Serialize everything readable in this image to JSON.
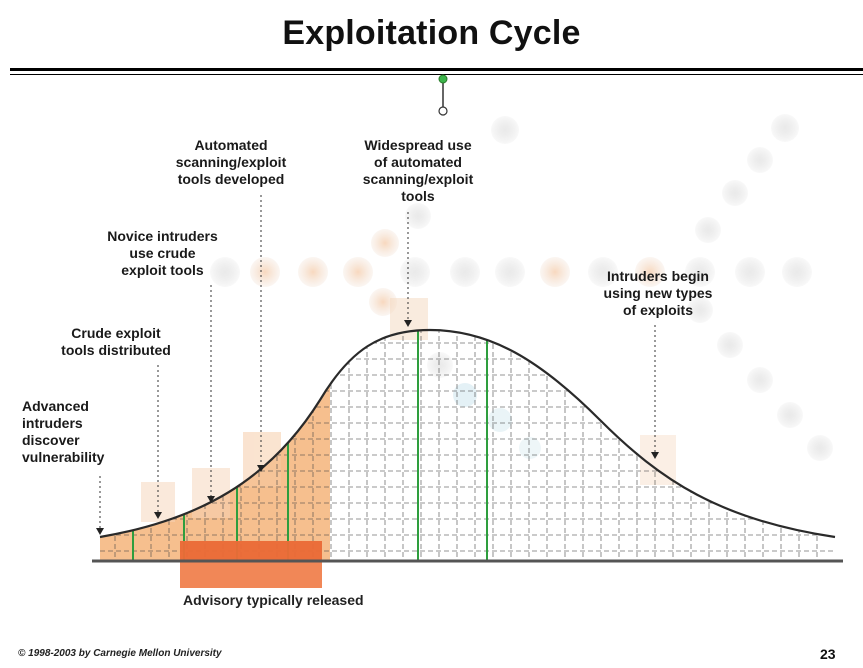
{
  "slide": {
    "title": "Exploitation Cycle",
    "footer": "© 1998-2003 by Carnegie Mellon University",
    "page_number": "23"
  },
  "labels": {
    "advanced": "Advanced\nintruders\ndiscover\nvulnerability",
    "crude": "Crude exploit\ntools distributed",
    "novice": "Novice intruders\nuse crude\nexploit tools",
    "automated": "Automated\nscanning/exploit\ntools developed",
    "widespread": "Widespread use\nof automated\nscanning/exploit\ntools",
    "new_types": "Intruders begin\nusing new types\nof exploits",
    "advisory": "Advisory typically released"
  },
  "colors": {
    "curve": "#2a2a2a",
    "orange_fill": "#f5b47a",
    "advisory_bar": "#f07a45",
    "green_marker": "#2e9e3e",
    "grid": "#444444",
    "baseline": "#555555"
  }
}
